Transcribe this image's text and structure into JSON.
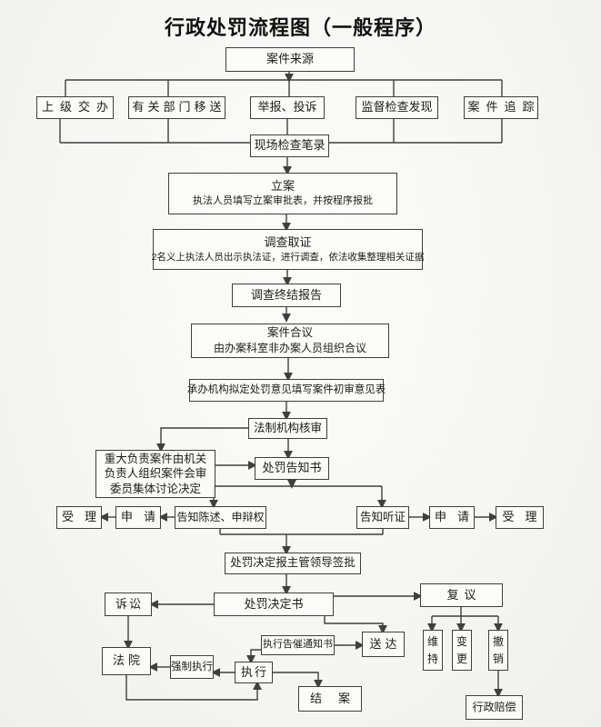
{
  "title": "行政处罚流程图（一般程序）",
  "colors": {
    "line": "#3f3f3f",
    "text": "#1c1c1c",
    "paper": "#f6f6f4"
  },
  "nodes": {
    "case_source": {
      "label": "案件来源"
    },
    "superior_assign": {
      "label": "上级交办"
    },
    "dept_transfer": {
      "label": "有关部门移送"
    },
    "report_complaint": {
      "label": "举报、投诉"
    },
    "supervision_found": {
      "label": "监督检查发现"
    },
    "case_tracking": {
      "label": "案件追踪"
    },
    "site_record": {
      "label": "现场检查笔录"
    },
    "filing": {
      "label": "立案",
      "sublabel": "执法人员填写立案审批表，并按程序报批"
    },
    "investigation": {
      "label": "调查取证",
      "sublabel": "2名义上执法人员出示执法证，进行调查，依法收集整理相关证据"
    },
    "final_report": {
      "label": "调查终结报告"
    },
    "case_discussion": {
      "label": "案件合议",
      "sublabel": "由办案科室非办案人员组织合议"
    },
    "draft_opinion": {
      "label": "承办机构拟定处罚意见填写案件初审意见表"
    },
    "legal_review": {
      "label": "法制机构核审"
    },
    "major_case": {
      "label": "重大负责案件由机关\n负责人组织案件会审\n委员集体讨论决定"
    },
    "punish_notice": {
      "label": "处罚告知书"
    },
    "accept_left": {
      "label": "受理"
    },
    "apply_left": {
      "label": "申请"
    },
    "statement_right": {
      "label": "告知陈述、申辩权"
    },
    "hearing_notice": {
      "label": "告知听证"
    },
    "apply_right": {
      "label": "申请"
    },
    "accept_right": {
      "label": "受理"
    },
    "decision_approval": {
      "label": "处罚决定报主管领导签批"
    },
    "decision_doc": {
      "label": "处罚决定书"
    },
    "litigation": {
      "label": "诉讼"
    },
    "review": {
      "label": "复议"
    },
    "court": {
      "label": "法院"
    },
    "enforce_compel": {
      "label": "强制执行"
    },
    "execute": {
      "label": "执行"
    },
    "urge_notice": {
      "label": "执行告催通知书"
    },
    "delivery": {
      "label": "送达"
    },
    "close_case": {
      "label": "结案"
    },
    "maintain": {
      "label": "维\n持"
    },
    "change": {
      "label": "变\n更"
    },
    "revoke": {
      "label": "撤\n销"
    },
    "compensation": {
      "label": "行政赔偿"
    }
  }
}
